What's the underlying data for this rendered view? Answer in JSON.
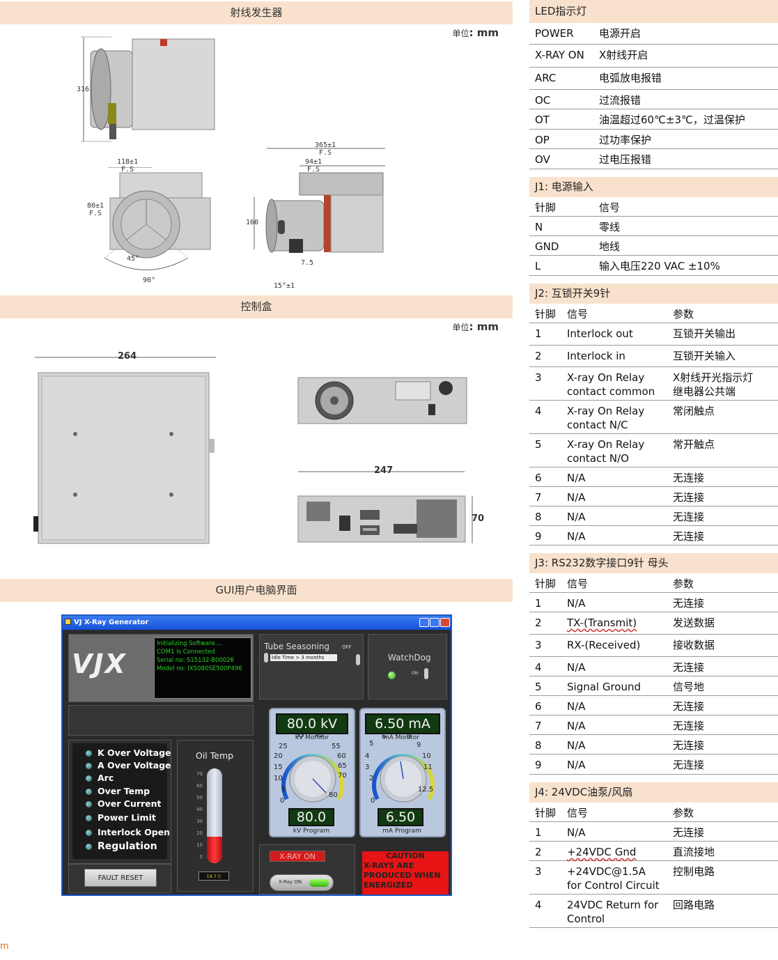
{
  "sections": {
    "generator": {
      "title": "射线发生器",
      "unit_prefix": "单位",
      "unit_suffix": ": mm"
    },
    "controlbox": {
      "title": "控制盒",
      "unit_prefix": "单位",
      "unit_suffix": ": mm"
    },
    "gui": {
      "title": "GUI用户电脑界面"
    }
  },
  "generator_dims": {
    "d316": "316",
    "d118": "118±1\nF.S",
    "d80": "80±1\nF.S",
    "d45": "45°",
    "d90": "90°",
    "d365": "365±1\nF.S",
    "d94": "94±1\nF.S",
    "d160": "160",
    "d75": "7.5",
    "d15": "15°±1"
  },
  "control_dims": {
    "d264": "264",
    "d247": "247",
    "d70": "70"
  },
  "gui": {
    "window_title": "VJ X-Ray Generator",
    "logo": "VJX",
    "console": [
      "Initializing Software....",
      "COM1 Is Connected",
      "Serial no: S15132-B00026",
      "Model no: IXS080SE500P496"
    ],
    "tube_seasoning": "Tube Seasoning",
    "off_label": "OFF",
    "idle_time": "Idle Time > 3 months",
    "watchdog": "WatchDog",
    "on_label": "ON",
    "faults": [
      "K Over Voltage",
      "A Over Voltage",
      "Arc",
      "Over Temp",
      "Over Current",
      "Power Limit",
      "Interlock Open",
      "Regulation"
    ],
    "fault_reset": "FAULT RESET",
    "oil_temp": "Oil Temp",
    "oil_temp_value": "19.7 C",
    "oil_temp_level": 0.28,
    "oil_scale": [
      "70",
      "60",
      "50",
      "40",
      "30",
      "20",
      "10",
      "0"
    ],
    "kv_monitor": "80.0 kV",
    "kv_monitor_label": "kV Monitor",
    "kv_program": "80.0",
    "kv_program_label": "kV Program",
    "kv_scale": [
      "0",
      "5",
      "10",
      "15",
      "20",
      "25",
      "35",
      "45",
      "55",
      "60",
      "65",
      "70",
      "80"
    ],
    "ma_monitor": "6.50 mA",
    "ma_monitor_label": "mA Monitor",
    "ma_program": "6.50",
    "ma_program_label": "mA Program",
    "ma_scale": [
      "0",
      "2",
      "3",
      "4",
      "5",
      "6",
      "7",
      "8",
      "9",
      "10",
      "11",
      "12.5"
    ],
    "xray_on_indicator": "X-RAY ON",
    "xray_on_button": "X-Ray ON",
    "caution": [
      "CAUTION",
      "X-RAYS ARE",
      "PRODUCED WHEN",
      "ENERGIZED"
    ]
  },
  "footer_fragment": "m",
  "tables": {
    "led": {
      "title": "LED指示灯",
      "rows": [
        [
          "POWER",
          "电源开启"
        ],
        [
          "X-RAY ON",
          "X射线开启"
        ],
        [
          "ARC",
          "电弧放电报错"
        ],
        [
          "OC",
          "过流报错"
        ],
        [
          "OT",
          "油温超过60℃±3℃，过温保护"
        ],
        [
          "OP",
          "过功率保护"
        ],
        [
          "OV",
          "过电压报错"
        ]
      ]
    },
    "j1": {
      "title": "J1: 电源输入",
      "header": [
        "针脚",
        "信号"
      ],
      "rows": [
        [
          "N",
          "零线"
        ],
        [
          "GND",
          "地线"
        ],
        [
          "L",
          "输入电压220 VAC ±10%"
        ]
      ]
    },
    "j2": {
      "title": "J2: 互锁开关9针",
      "header": [
        "针脚",
        "信号",
        "参数"
      ],
      "rows": [
        [
          "1",
          "Interlock out",
          "互锁开关输出"
        ],
        [
          "2",
          "Interlock in",
          "互锁开关输入"
        ],
        [
          "3",
          "X-ray On Relay\ncontact common",
          "X射线开光指示灯\n继电器公共端"
        ],
        [
          "4",
          "X-ray On Relay\ncontact N/C",
          "常闭触点"
        ],
        [
          "5",
          "X-ray On Relay\ncontact N/O",
          "常开触点"
        ],
        [
          "6",
          "N/A",
          "无连接"
        ],
        [
          "7",
          "N/A",
          "无连接"
        ],
        [
          "8",
          "N/A",
          "无连接"
        ],
        [
          "9",
          "N/A",
          "无连接"
        ]
      ]
    },
    "j3": {
      "title": "J3: RS232数字接口9针  母头",
      "header": [
        "针脚",
        "信号",
        "参数"
      ],
      "rows": [
        [
          "1",
          "N/A",
          "无连接"
        ],
        [
          "2",
          "TX-(Transmit)",
          "发送数据"
        ],
        [
          "3",
          "RX-(Received)",
          "接收数据"
        ],
        [
          "4",
          "N/A",
          "无连接"
        ],
        [
          "5",
          "Signal Ground",
          "信号地"
        ],
        [
          "6",
          "N/A",
          "无连接"
        ],
        [
          "7",
          "N/A",
          "无连接"
        ],
        [
          "8",
          "N/A",
          "无连接"
        ],
        [
          "9",
          "N/A",
          "无连接"
        ]
      ]
    },
    "j4": {
      "title": "J4: 24VDC油泵/风扇",
      "header": [
        "针脚",
        "信号",
        "参数"
      ],
      "rows": [
        [
          "1",
          "N/A",
          "无连接"
        ],
        [
          "2",
          "+24VDC Gnd",
          "直流接地"
        ],
        [
          "3",
          "+24VDC@1.5A\nfor Control Circuit",
          "控制电路"
        ],
        [
          "4",
          "24VDC Return for\nControl",
          "回路电路"
        ]
      ]
    }
  }
}
